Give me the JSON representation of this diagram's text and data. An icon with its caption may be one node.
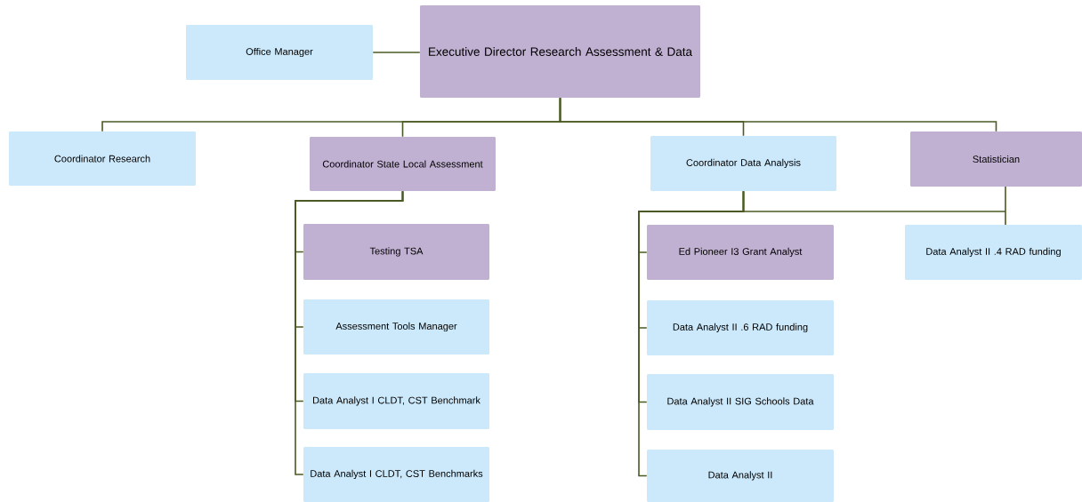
{
  "diagram": {
    "nodes": [
      {
        "text": [
          "Executive Director Research Assessment & Data"
        ]
      },
      {
        "text": [
          "Office Manager"
        ]
      },
      {
        "text": [
          "Coordinator Research"
        ]
      },
      {
        "text": [
          "Coordinator State Local Assessment"
        ]
      },
      {
        "text": [
          "Coordinator Data Analysis"
        ]
      },
      {
        "text": [
          "Statistician"
        ]
      },
      {
        "text": [
          "Testing TSA"
        ]
      },
      {
        "text": [
          "Assessment Tools Manager"
        ]
      },
      {
        "text": [
          "Data Analyst I CLDT, CST Benchmark"
        ]
      },
      {
        "text": [
          "Data Analyst I CLDT, CST Benchmarks"
        ]
      },
      {
        "text": [
          "Ed Pioneer I3 Grant Analyst"
        ]
      },
      {
        "text": [
          "Data Analyst II .6 RAD funding"
        ]
      },
      {
        "text": [
          "Data Analyst II SIG Schools Data"
        ]
      },
      {
        "text": [
          "Data Analyst II"
        ]
      },
      {
        "text": [
          "Data Analyst II .4 RAD funding"
        ]
      }
    ],
    "edges": [
      {
        "from": 0,
        "to": 1,
        "arrow": "none"
      },
      {
        "from": 0,
        "to": 2,
        "arrow": "none"
      },
      {
        "from": 0,
        "to": 3,
        "arrow": "none"
      },
      {
        "from": 0,
        "to": 4,
        "arrow": "none"
      },
      {
        "from": 0,
        "to": 5,
        "arrow": "none"
      },
      {
        "from": 3,
        "to": 6,
        "arrow": "none"
      },
      {
        "from": 3,
        "to": 7,
        "arrow": "none"
      },
      {
        "from": 3,
        "to": 8,
        "arrow": "none"
      },
      {
        "from": 3,
        "to": 9,
        "arrow": "none"
      },
      {
        "from": 4,
        "to": 10,
        "arrow": "none"
      },
      {
        "from": 4,
        "to": 11,
        "arrow": "none"
      },
      {
        "from": 4,
        "to": 12,
        "arrow": "none"
      },
      {
        "from": 4,
        "to": 13,
        "arrow": "none"
      },
      {
        "from": 5,
        "to": 14,
        "arrow": "none"
      }
    ]
  }
}
